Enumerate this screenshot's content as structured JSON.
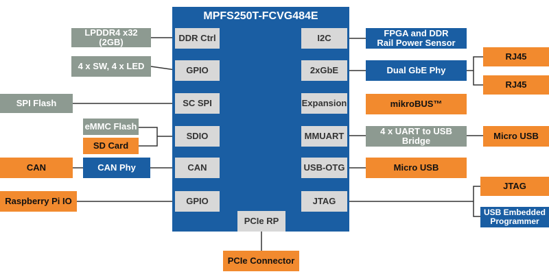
{
  "chip": {
    "title": "MPFS250T-FCVG484E",
    "left_ports": [
      "DDR Ctrl",
      "GPIO",
      "SC SPI",
      "SDIO",
      "CAN",
      "GPIO"
    ],
    "right_ports": [
      "I2C",
      "2xGbE",
      "Expansion",
      "MMUART",
      "USB-OTG",
      "JTAG"
    ],
    "bottom_port": "PCIe RP"
  },
  "left_blocks": {
    "lpddr4": "LPDDR4 x32 (2GB)",
    "sw_led": "4 x SW, 4 x LED",
    "spi_flash": "SPI Flash",
    "emmc": "eMMC Flash",
    "sd_card": "SD Card",
    "can": "CAN",
    "can_phy": "CAN Phy",
    "rpi_io": "Raspberry Pi IO"
  },
  "right_blocks": {
    "power_sensor_line1": "FPGA and DDR",
    "power_sensor_line2": "Rail Power Sensor",
    "gbe_phy": "Dual GbE Phy",
    "rj45_a": "RJ45",
    "rj45_b": "RJ45",
    "mikrobus": "mikroBUS™",
    "uart_bridge": "4 x UART to USB Bridge",
    "micro_usb_a": "Micro USB",
    "micro_usb_b": "Micro USB",
    "jtag": "JTAG",
    "usb_prog_line1": "USB Embedded",
    "usb_prog_line2": "Programmer"
  },
  "bottom_blocks": {
    "pcie_connector": "PCIe Connector"
  },
  "colors": {
    "chip_blue": "#1a5ea3",
    "orange": "#f28a2e",
    "gray": "#8d9a91",
    "port_gray": "#d8d8d8"
  }
}
